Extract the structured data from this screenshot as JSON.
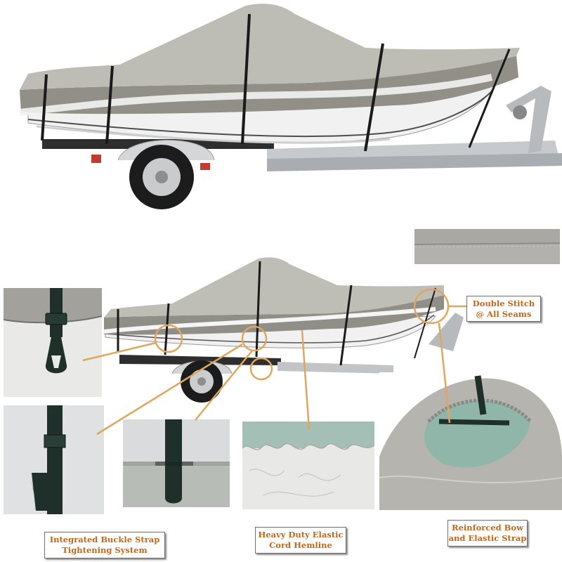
{
  "labels": {
    "double_stitch": [
      "Double Stitch",
      "@ All Seams"
    ],
    "buckle_strap": [
      "Integrated Buckle Strap",
      "Tightening System"
    ],
    "elastic_hem": [
      "Heavy Duty Elastic",
      "Cord Hemline"
    ],
    "bow_strap": [
      "Reinforced Bow",
      "and Elastic Strap"
    ]
  },
  "colors": {
    "callout": "#e0a65f",
    "label_text": "#c0671a",
    "cover_light": "#bcbcb6",
    "cover_dark": "#8f8f88",
    "strap": "#1f2f2a",
    "hull": "#f2f2f2",
    "trailer": "#b9bcbf"
  },
  "icons": [
    "boat-cover-illustration",
    "detail-photo"
  ]
}
